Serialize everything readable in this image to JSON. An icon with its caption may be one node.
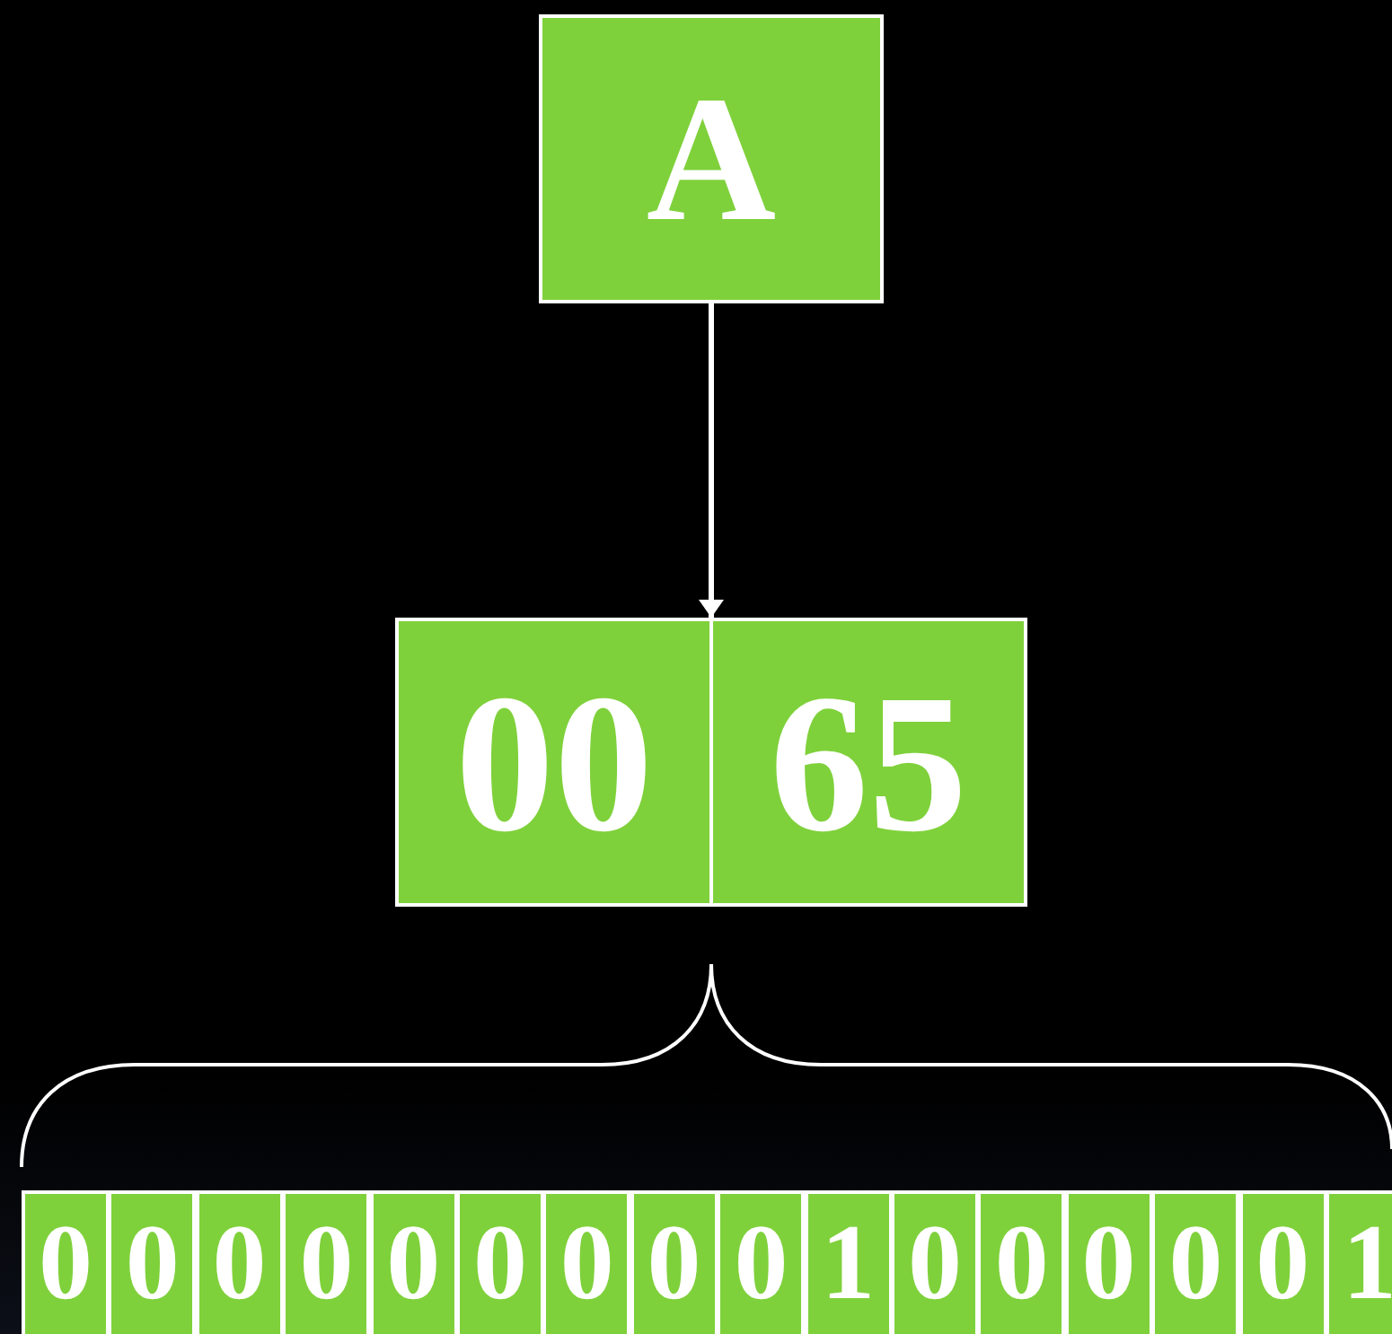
{
  "diagram": {
    "nodes": [
      {
        "text": [
          "A"
        ]
      },
      {
        "text": [
          "00",
          "65"
        ]
      },
      {
        "text": [
          "0"
        ]
      },
      {
        "text": [
          "0"
        ]
      },
      {
        "text": [
          "0"
        ]
      },
      {
        "text": [
          "0"
        ]
      },
      {
        "text": [
          "0"
        ]
      },
      {
        "text": [
          "0"
        ]
      },
      {
        "text": [
          "0"
        ]
      },
      {
        "text": [
          "0"
        ]
      },
      {
        "text": [
          "0"
        ]
      },
      {
        "text": [
          "1"
        ]
      },
      {
        "text": [
          "0"
        ]
      },
      {
        "text": [
          "0"
        ]
      },
      {
        "text": [
          "0"
        ]
      },
      {
        "text": [
          "0"
        ]
      },
      {
        "text": [
          "0"
        ]
      },
      {
        "text": [
          "1"
        ]
      }
    ],
    "edges": [
      {
        "from": 0,
        "to": 1,
        "arrow": "to"
      }
    ]
  }
}
